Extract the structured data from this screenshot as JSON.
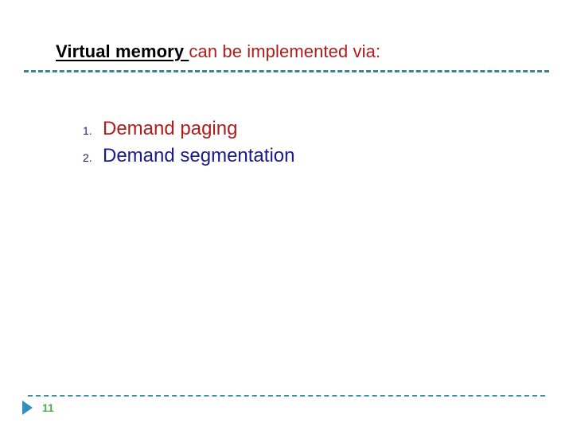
{
  "slide": {
    "title": {
      "emphasis": "Virtual memory ",
      "remainder": "can be implemented via:"
    },
    "list": [
      {
        "number": "1.",
        "text": "Demand paging",
        "color": "#b01c1c"
      },
      {
        "number": "2.",
        "text": "Demand segmentation",
        "color": "#1a1a8c"
      }
    ],
    "footer": {
      "arrow_icon": "triangle-right-icon",
      "slide_number": "11"
    },
    "colors": {
      "title_emphasis": "#000000",
      "title_remainder": "#b01c1c",
      "divider": "#3d8594",
      "footer_divider": "#3d8fa6",
      "footer_arrow": "#2e8fc0",
      "slide_number": "#4aae4a",
      "list_number": "#19197a",
      "background": "#ffffff"
    }
  }
}
